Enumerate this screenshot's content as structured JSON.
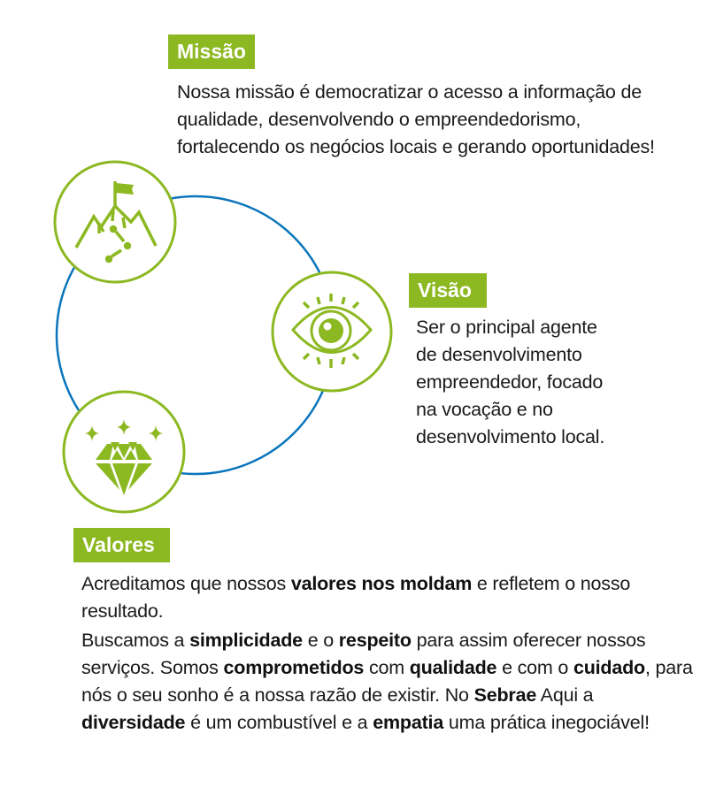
{
  "colors": {
    "accent_green": "#8cb821",
    "ring_blue": "#0a75bc",
    "text": "#1a1a1a"
  },
  "missao": {
    "title": "Missão",
    "icon": "mountain-flag-icon",
    "text": "Nossa missão é democratizar o acesso a informação de qualidade, desenvolvendo o empreendedorismo, fortalecendo os negócios locais e gerando oportunidades!"
  },
  "visao": {
    "title": "Visão",
    "icon": "eye-icon",
    "lines": [
      "Ser o principal agente",
      "de desenvolvimento",
      "empreendedor, focado",
      "na vocação e no",
      "desenvolvimento local."
    ]
  },
  "valores": {
    "title": "Valores",
    "icon": "diamond-icon",
    "p1": [
      {
        "t": "Acreditamos que nossos ",
        "b": false
      },
      {
        "t": "valores nos moldam",
        "b": true
      },
      {
        "t": " e refletem o nosso resultado.",
        "b": false
      }
    ],
    "p2": [
      {
        "t": "Buscamos a ",
        "b": false
      },
      {
        "t": "simplicidade",
        "b": true
      },
      {
        "t": " e o ",
        "b": false
      },
      {
        "t": "respeito",
        "b": true
      },
      {
        "t": " para assim oferecer nossos serviços. Somos ",
        "b": false
      },
      {
        "t": "comprometidos",
        "b": true
      },
      {
        "t": " com ",
        "b": false
      },
      {
        "t": "qualidade",
        "b": true
      },
      {
        "t": " e com o ",
        "b": false
      },
      {
        "t": "cuidado",
        "b": true
      },
      {
        "t": ", para nós o seu sonho é a nossa razão de existir. No ",
        "b": false
      },
      {
        "t": "Sebrae",
        "b": true
      },
      {
        "t": " Aqui a ",
        "b": false
      },
      {
        "t": "diversidade",
        "b": true
      },
      {
        "t": " é um combustível e a ",
        "b": false
      },
      {
        "t": "empatia",
        "b": true
      },
      {
        "t": " uma prática inegociável!",
        "b": false
      }
    ]
  }
}
